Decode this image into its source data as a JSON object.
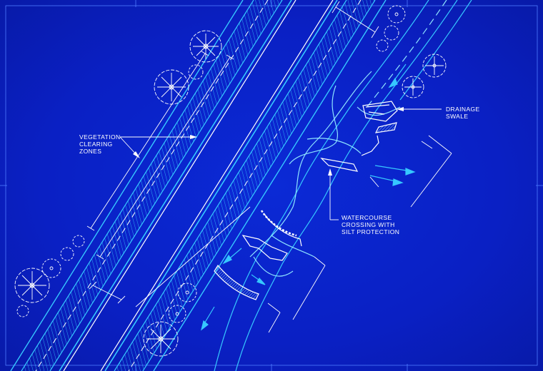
{
  "labels": {
    "vegetation": [
      "VEGETATION",
      "CLEARING",
      "ZONES"
    ],
    "drainage": [
      "DRAINAGE",
      "SWALE"
    ],
    "watercourse": [
      "WATERCOURSE",
      "CROSSING WITH",
      "SILT PROTECTION"
    ]
  },
  "colors": {
    "background": "#0a20c4",
    "road_line": "#36c8ff",
    "bright_line": "#8ee4ff",
    "annotation": "#ffffff"
  },
  "icons": [
    "tree-symbol-icon",
    "silt-fence-icon",
    "flow-arrow-icon",
    "headwall-icon"
  ]
}
